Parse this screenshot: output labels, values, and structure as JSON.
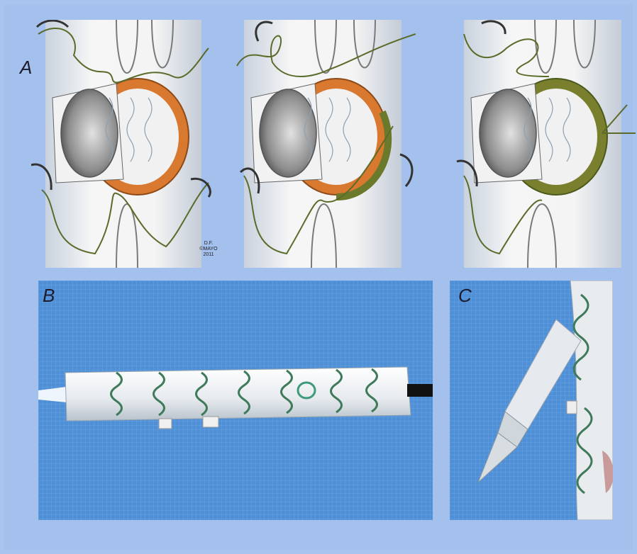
{
  "figure": {
    "panel_a_label": "A",
    "panel_b_label": "B",
    "panel_c_label": "C",
    "signature_lines": [
      "D.F.",
      "©MAYO",
      "2011"
    ]
  },
  "colors": {
    "page_background": "#a9c4ee",
    "vessel": "#efefef",
    "cuff_orange": "#d9782f",
    "suture_green": "#5a6b2a",
    "drape_blue": "#4f8fd6",
    "graft_white": "#eef0f2",
    "stent_green": "#3f7a5a"
  }
}
